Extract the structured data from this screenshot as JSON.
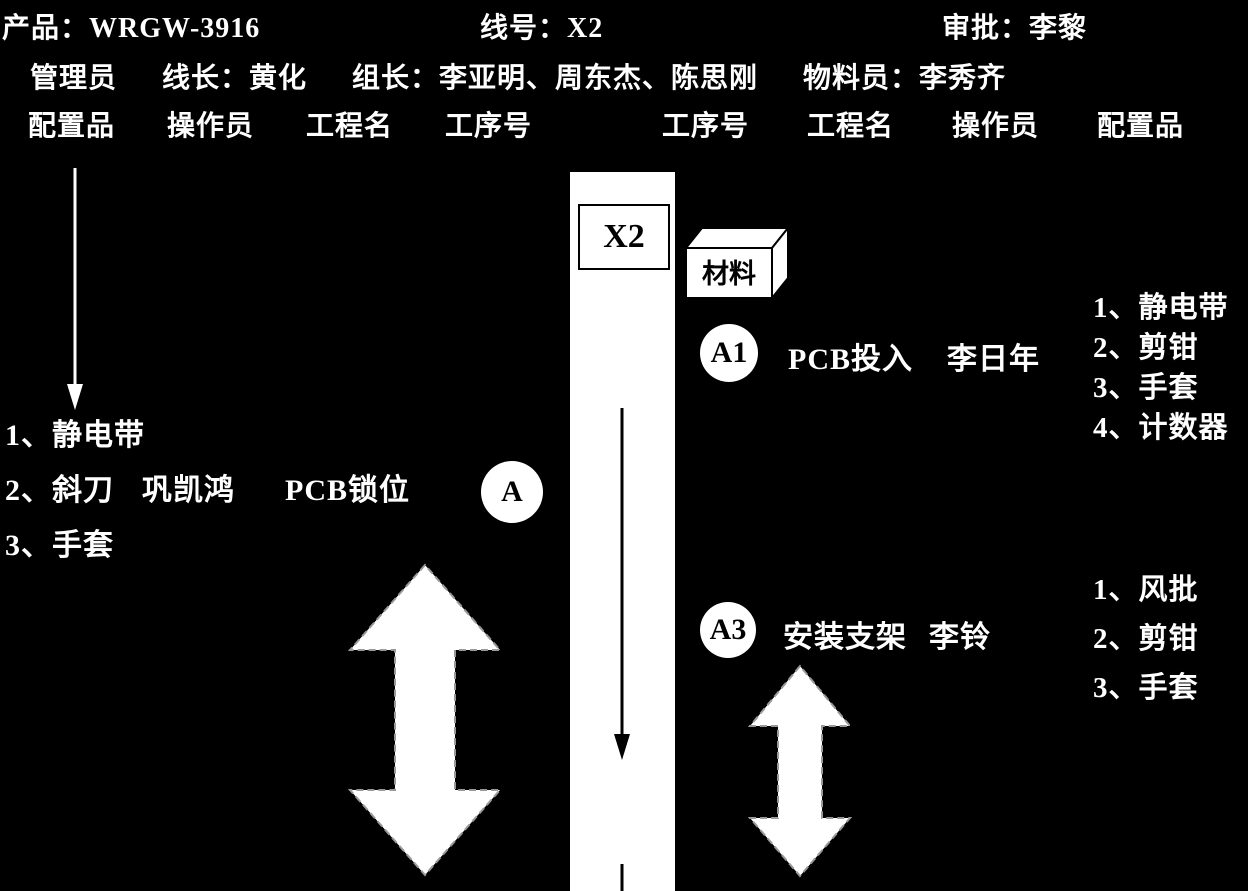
{
  "colors": {
    "background": "#000000",
    "text": "#ffffff",
    "shape_fill": "#ffffff",
    "shape_text": "#000000"
  },
  "header": {
    "product": "产品：WRGW-3916",
    "line_no": "线号：X2",
    "approval": "审批：李黎",
    "staff": [
      "管理员",
      "线长：黄化",
      "组长：李亚明、周东杰、陈思刚",
      "物料员：李秀齐"
    ],
    "columns_left": [
      "配置品",
      "操作员",
      "工程名",
      "工序号"
    ],
    "columns_right": [
      "工序号",
      "工程名",
      "操作员",
      "配置品"
    ]
  },
  "conveyor": {
    "label": "X2",
    "material_label": "材料"
  },
  "stations": {
    "a1": {
      "id": "A1",
      "process": "PCB投入",
      "operator": "李日年",
      "tools": [
        "1、静电带",
        "2、剪钳",
        "3、手套",
        "4、计数器"
      ]
    },
    "a": {
      "id": "A",
      "tools_line1": "1、静电带",
      "tools_line2": "2、斜刀",
      "operator": "巩凯鸿",
      "process": "PCB锁位",
      "tools_line3": "3、手套"
    },
    "a3": {
      "id": "A3",
      "process": "安装支架",
      "operator": "李铃",
      "tools": [
        "1、风批",
        "2、剪钳",
        "3、手套"
      ]
    }
  }
}
